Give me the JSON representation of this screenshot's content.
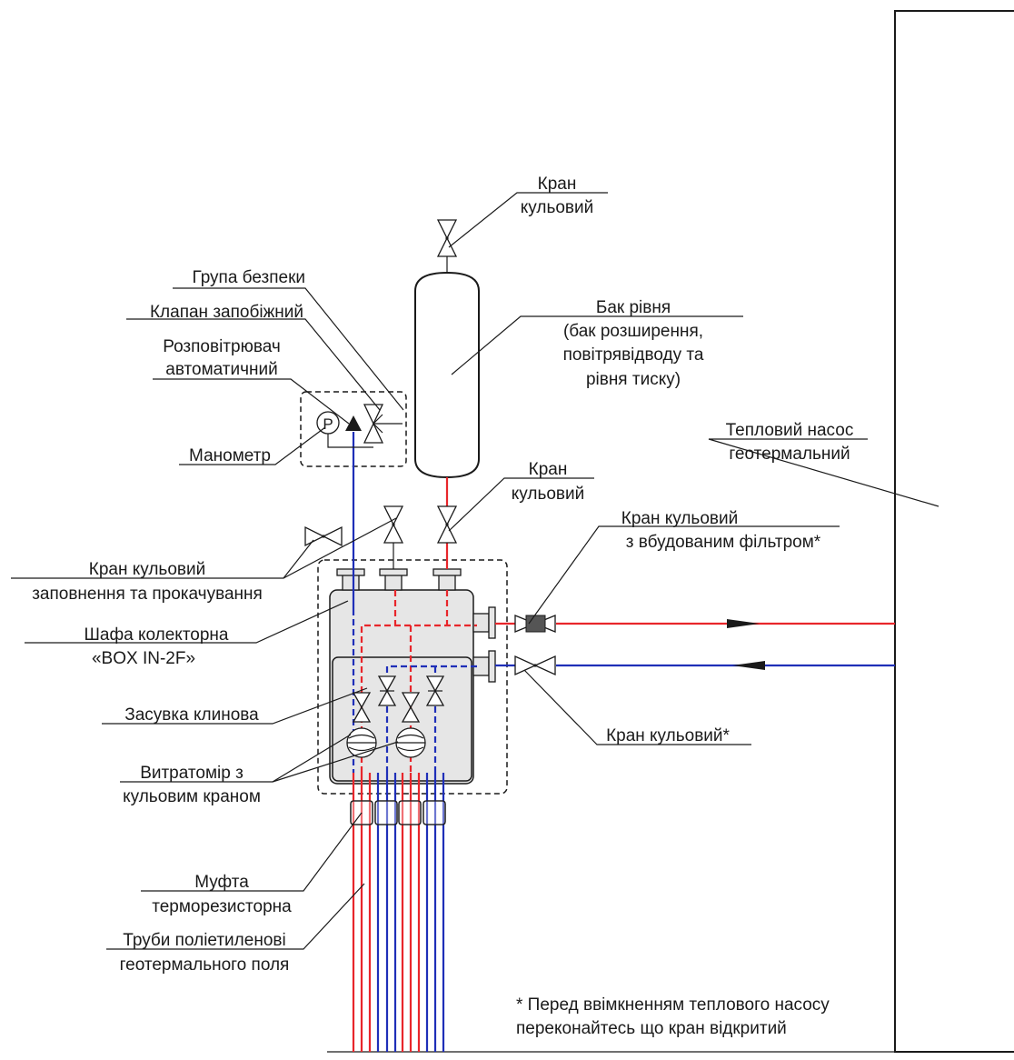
{
  "labels": {
    "ball_valve_top_1": "Кран",
    "ball_valve_top_2": "кульовий",
    "safety_group": "Група безпеки",
    "relief_valve": "Клапан запобіжний",
    "air_vent_1": "Розповітрювач",
    "air_vent_2": "автоматичний",
    "gauge": "Манометр",
    "tank_1": "Бак рівня",
    "tank_2": "(бак розширення,",
    "tank_3": "повітрявідводу та",
    "tank_4": "рівня тиску)",
    "heat_pump_1": "Тепловий насос",
    "heat_pump_2": "геотермальний",
    "ball_valve_mid_1": "Кран",
    "ball_valve_mid_2": "кульовий",
    "filter_valve_1": "Кран кульовий",
    "filter_valve_2": "з вбудованим фільтром*",
    "fill_valve_1": "Кран кульовий",
    "fill_valve_2": "заповнення та прокачування",
    "cabinet_1": "Шафа колекторна",
    "cabinet_2": "«BOX IN-2F»",
    "gate_valve": "Засувка клинова",
    "return_valve": "Кран кульовий*",
    "flowmeter_1": "Витратомір з",
    "flowmeter_2": "кульовим краном",
    "coupling_1": "Муфта",
    "coupling_2": "терморезисторна",
    "pipes_1": "Труби поліетиленові",
    "pipes_2": "геотермального поля",
    "note_1": "* Перед ввімкненням теплового насосу",
    "note_2": "переконайтесь що кран відкритий",
    "gauge_letter": "P"
  },
  "colors": {
    "supply": "#e8262b",
    "return": "#1f2fb8",
    "line": "#1a1a1a",
    "cabinet_fill": "#e6e6e6",
    "background": "#ffffff"
  }
}
